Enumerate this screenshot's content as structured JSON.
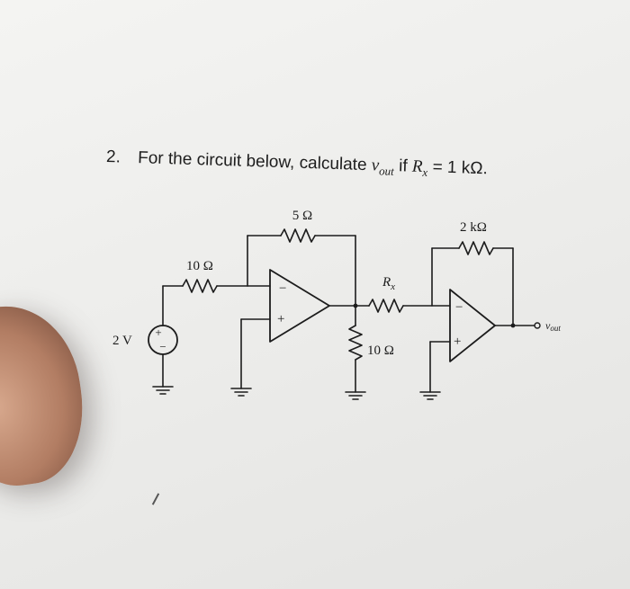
{
  "problem": {
    "number": "2.",
    "text": "For the circuit below, calculate",
    "vout_symbol": "v",
    "vout_sub": "out",
    "condition_if": "if",
    "rx_symbol": "R",
    "rx_sub": "x",
    "condition_value": "= 1 kΩ."
  },
  "circuit": {
    "source_label": "2 V",
    "source_plus": "+",
    "source_minus": "−",
    "r_input": "10 Ω",
    "r_feedback1": "5 Ω",
    "r_x_symbol": "R",
    "r_x_sub": "x",
    "r_shunt": "10 Ω",
    "r_feedback2": "2 kΩ",
    "opamp1_minus": "−",
    "opamp1_plus": "+",
    "opamp2_minus": "−",
    "opamp2_plus": "+",
    "output_label": "v",
    "output_sub": "out"
  }
}
